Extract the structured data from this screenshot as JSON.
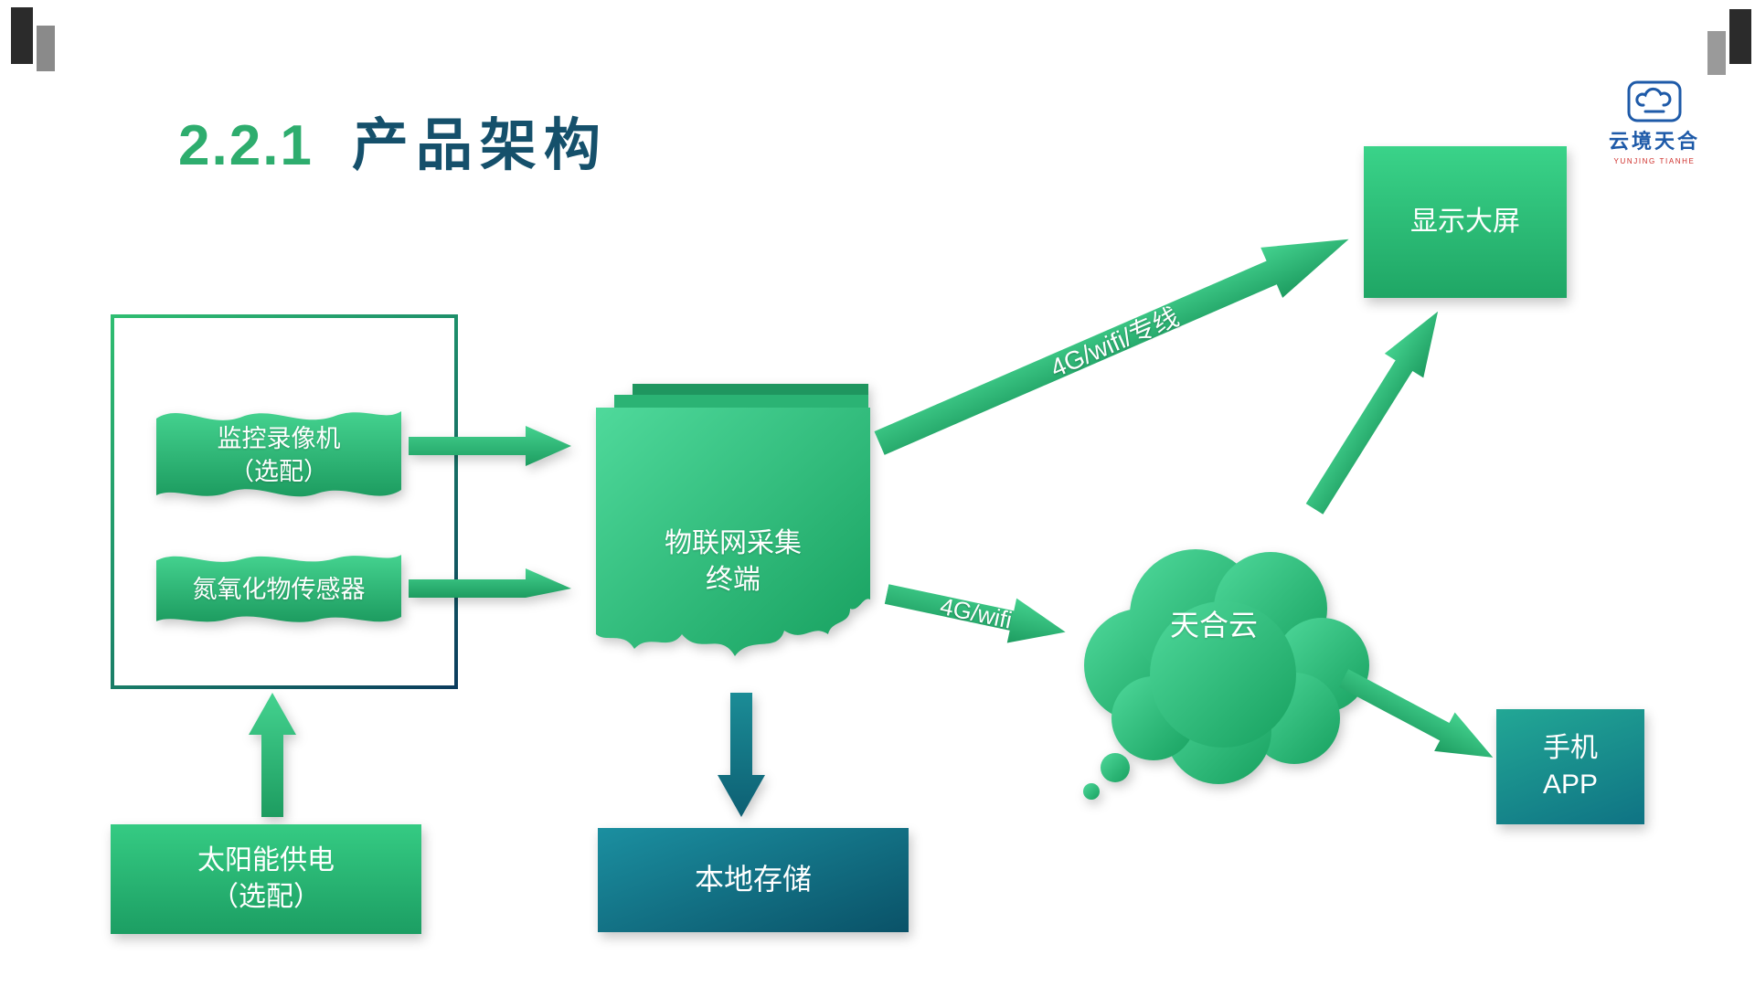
{
  "title": {
    "number": "2.2.1",
    "text": "产品架构"
  },
  "logo": {
    "name": "云境天合",
    "subtext": "YUNJING TIANHE"
  },
  "nodes": {
    "camera": {
      "label": "监控录像机\n（选配）"
    },
    "sensor": {
      "label": "氮氧化物传感器"
    },
    "iot": {
      "label": "物联网采集\n终端"
    },
    "display": {
      "label": "显示大屏"
    },
    "cloud": {
      "label": "天合云"
    },
    "app": {
      "label": "手机\nAPP"
    },
    "storage": {
      "label": "本地存储"
    },
    "solar": {
      "label": "太阳能供电\n（选配）"
    }
  },
  "edges": {
    "iot_to_display": {
      "label": "4G/wifi/专线"
    },
    "iot_to_cloud": {
      "label": "4G/wifi"
    }
  },
  "colors": {
    "green": "#2EBD70",
    "dark_teal": "#117A8B",
    "title_green": "#2EAD6E",
    "title_dark": "#15506B",
    "logo_blue": "#1E5AA8",
    "logo_red": "#CE2B27"
  }
}
